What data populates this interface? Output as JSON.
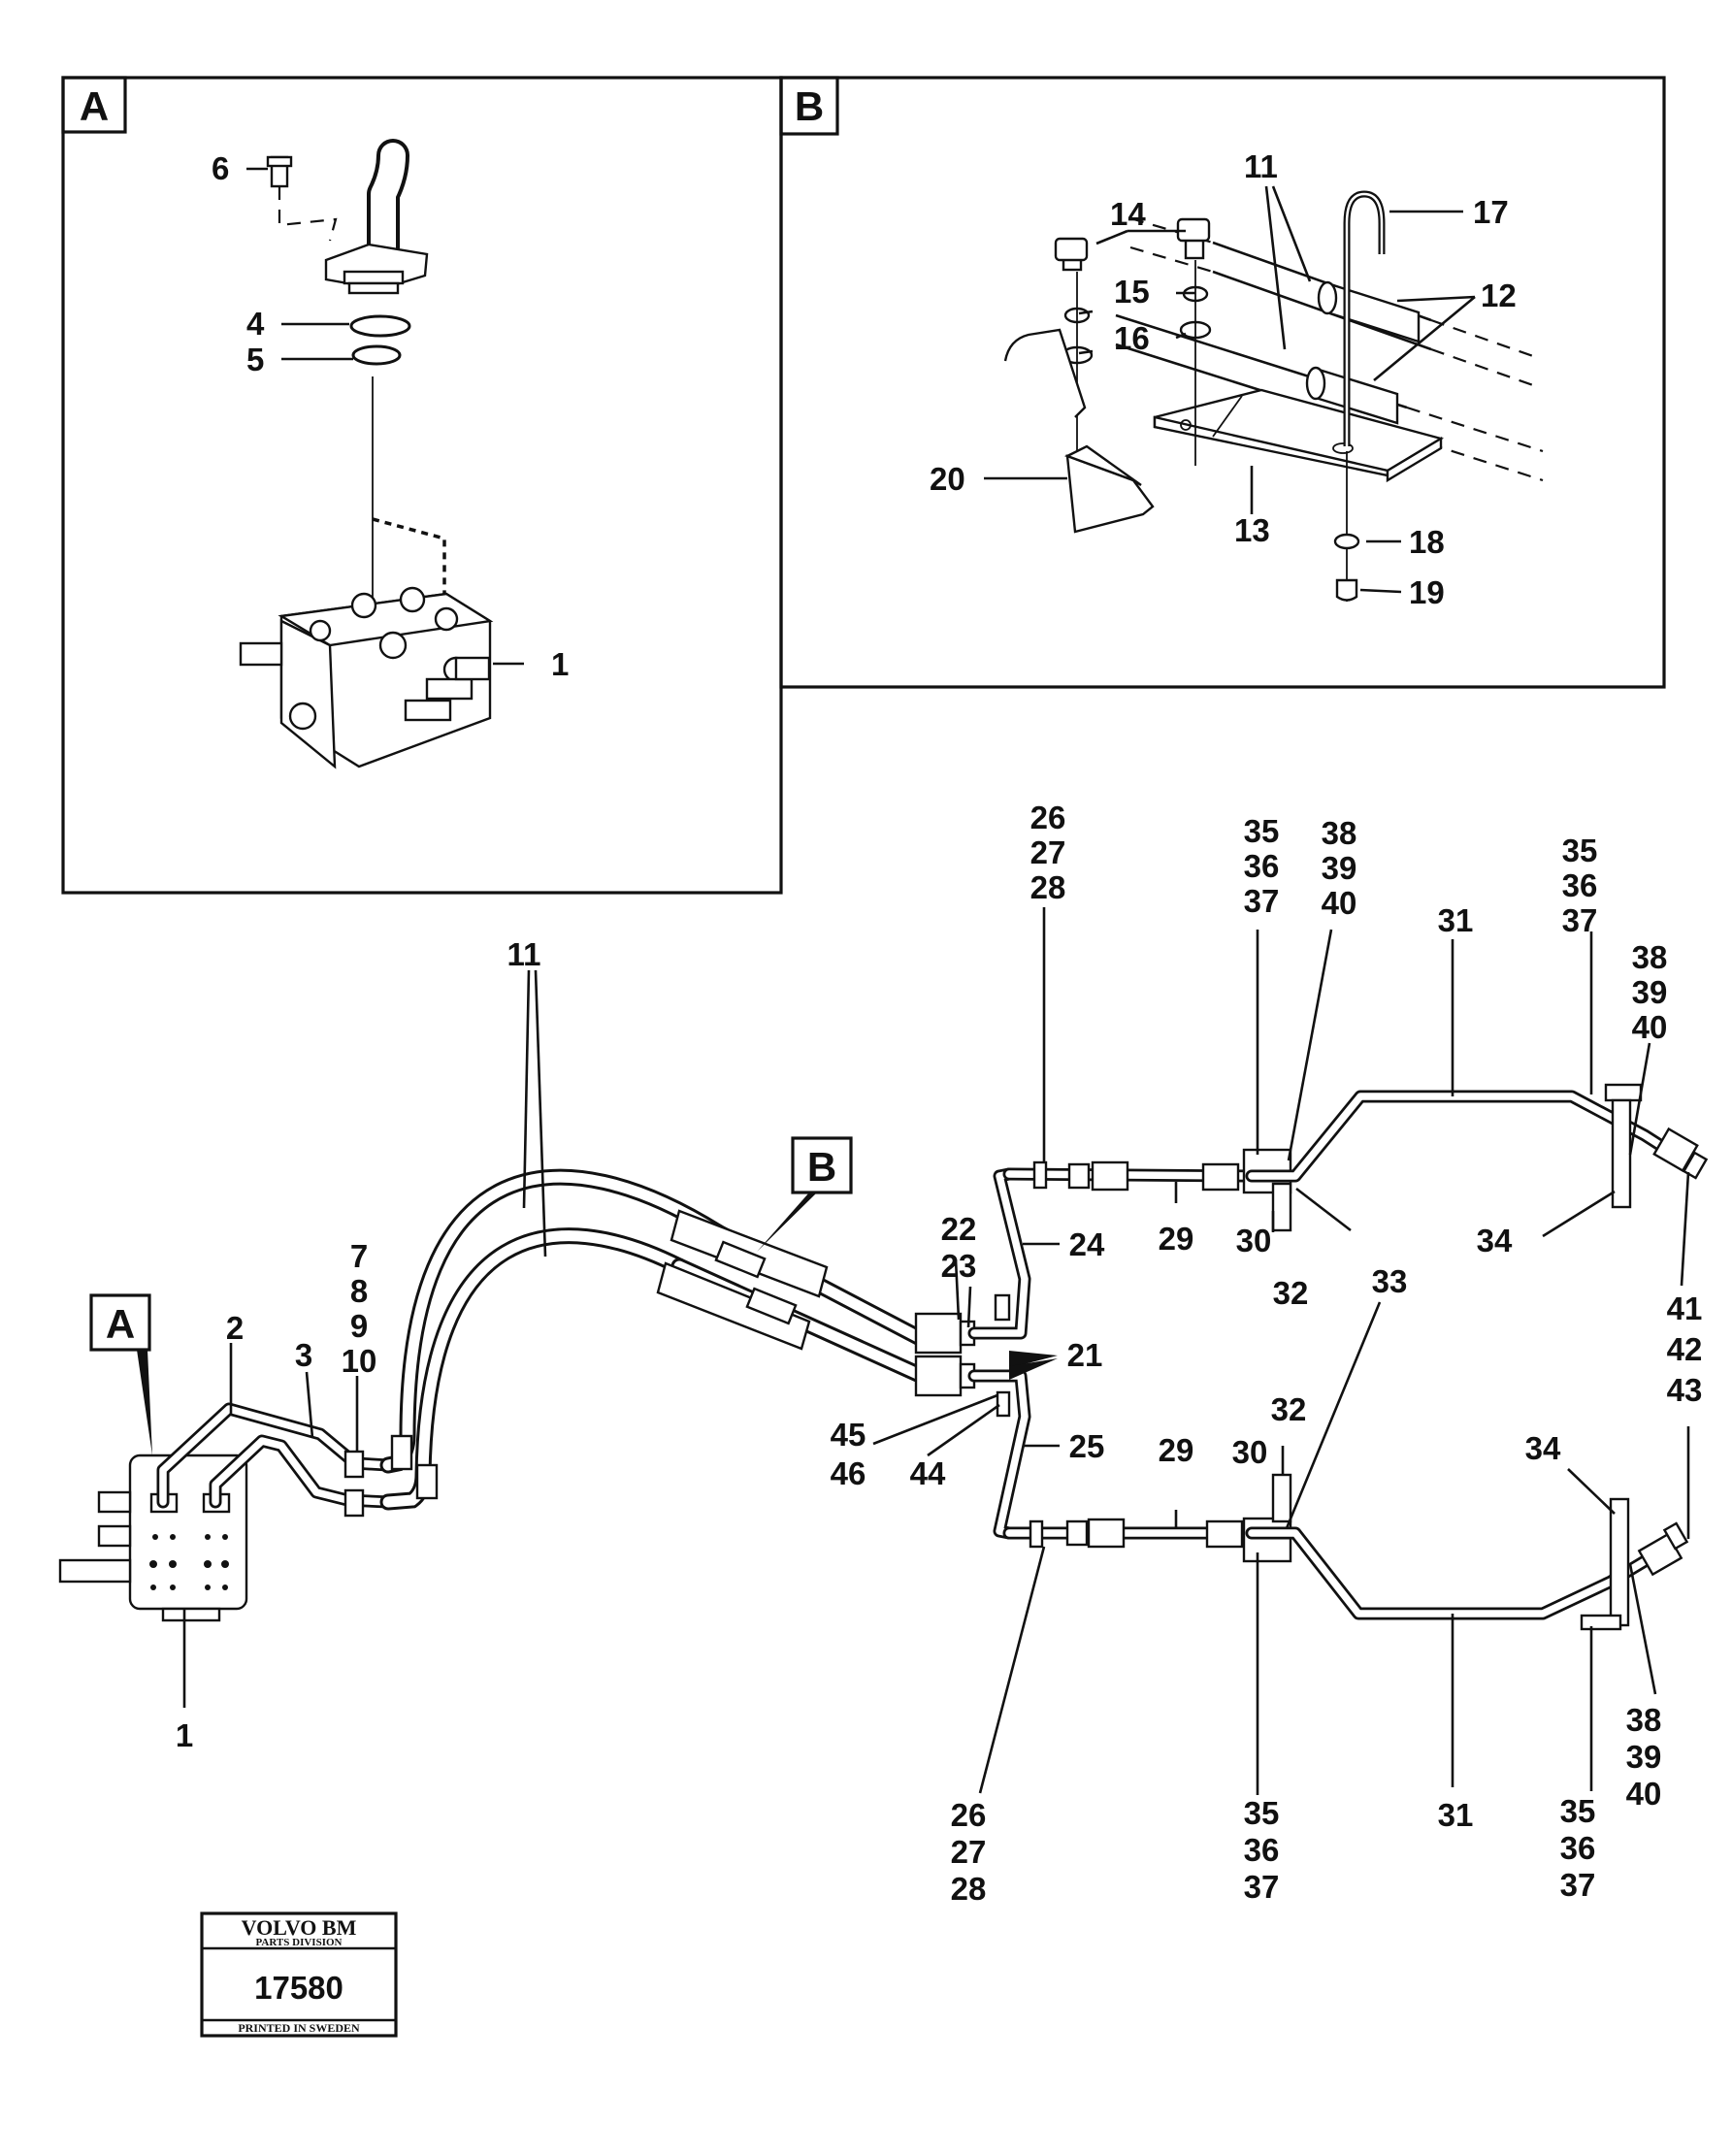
{
  "inset_a": {
    "letter": "A"
  },
  "inset_b": {
    "letter": "B"
  },
  "main": {
    "callout_a": "A",
    "callout_b": "B"
  },
  "labels": {
    "a1": "1",
    "a4": "4",
    "a5": "5",
    "a6": "6",
    "b11": "11",
    "b12": "12",
    "b13": "13",
    "b14": "14",
    "b15": "15",
    "b16": "16",
    "b17": "17",
    "b18": "18",
    "b19": "19",
    "b20": "20",
    "m1": "1",
    "m2": "2",
    "m3": "3",
    "m7": "7",
    "m8": "8",
    "m9": "9",
    "m10": "10",
    "m11": "11",
    "m21": "21",
    "m22": "22",
    "m23": "23",
    "m24": "24",
    "m25": "25",
    "m44": "44",
    "m45": "45",
    "m46": "46",
    "m26a": "26",
    "m27a": "27",
    "m28a": "28",
    "m26b": "26",
    "m27b": "27",
    "m28b": "28",
    "m29a": "29",
    "m29b": "29",
    "m30a": "30",
    "m30b": "30",
    "m31a": "31",
    "m31b": "31",
    "m32a": "32",
    "m32b": "32",
    "m33": "33",
    "m34a": "34",
    "m34b": "34",
    "m35a": "35",
    "m36a": "36",
    "m37a": "37",
    "m35b": "35",
    "m36b": "36",
    "m37b": "37",
    "m35c": "35",
    "m36c": "36",
    "m37c": "37",
    "m35d": "35",
    "m36d": "36",
    "m37d": "37",
    "m38a": "38",
    "m39a": "39",
    "m40a": "40",
    "m38b": "38",
    "m39b": "39",
    "m40b": "40",
    "m38c": "38",
    "m39c": "39",
    "m40c": "40",
    "m41": "41",
    "m42": "42",
    "m43": "43"
  },
  "stamp": {
    "brand": "VOLVO BM",
    "division": "PARTS DIVISION",
    "number": "17580",
    "printed": "PRINTED IN SWEDEN"
  }
}
